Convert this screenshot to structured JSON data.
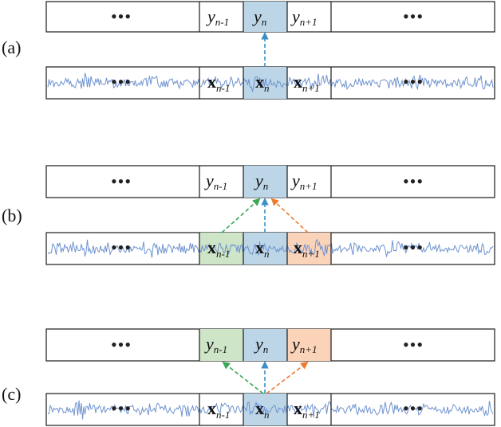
{
  "colors": {
    "signal": "#6f93cf",
    "center_fill": "#bcd6e8",
    "left_fill": "#cfe5c8",
    "right_fill": "#fbd3b8",
    "arrow_blue": "#3b8fc6",
    "arrow_green": "#3aa856",
    "arrow_orange": "#ee7a2e",
    "border": "#1a1a1a"
  },
  "ellipsis": "•••",
  "panels": [
    {
      "id": "a",
      "label": "(a)",
      "y_left": "y",
      "y_left_sub": "n-1",
      "y_center": "y",
      "y_center_sub": "n",
      "y_right": "y",
      "y_right_sub": "n+1",
      "x_left": "x",
      "x_left_sub": "n-1",
      "x_center": "x",
      "x_center_sub": "n",
      "x_right": "x",
      "x_right_sub": "n+1",
      "y_highlight": [
        "center"
      ],
      "x_highlight": [
        "center"
      ],
      "arrows": [
        "x_center->y_center"
      ]
    },
    {
      "id": "b",
      "label": "(b)",
      "y_left": "y",
      "y_left_sub": "n-1",
      "y_center": "y",
      "y_center_sub": "n",
      "y_right": "y",
      "y_right_sub": "n+1",
      "x_left": "x",
      "x_left_sub": "n-1",
      "x_center": "x",
      "x_center_sub": "n",
      "x_right": "x",
      "x_right_sub": "n+1",
      "y_highlight": [
        "center"
      ],
      "x_highlight": [
        "left",
        "center",
        "right"
      ],
      "arrows": [
        "x_left->y_center",
        "x_center->y_center",
        "x_right->y_center"
      ]
    },
    {
      "id": "c",
      "label": "(c)",
      "y_left": "y",
      "y_left_sub": "n-1",
      "y_center": "y",
      "y_center_sub": "n",
      "y_right": "y",
      "y_right_sub": "n+1",
      "x_left": "x",
      "x_left_sub": "n-1",
      "x_center": "x",
      "x_center_sub": "n",
      "x_right": "x",
      "x_right_sub": "n+1",
      "y_highlight": [
        "left",
        "center",
        "right"
      ],
      "x_highlight": [
        "center"
      ],
      "arrows": [
        "x_center->y_left",
        "x_center->y_center",
        "x_center->y_right"
      ]
    }
  ]
}
